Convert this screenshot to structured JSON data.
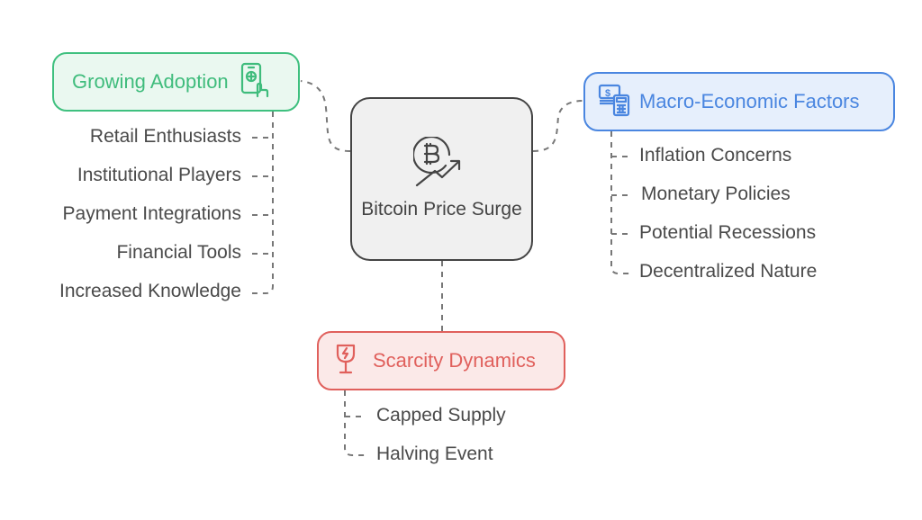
{
  "diagram": {
    "central": {
      "title": "Bitcoin Price Surge",
      "icon": "bitcoin-growth-icon"
    },
    "branches": [
      {
        "id": "growing-adoption",
        "title": "Growing Adoption",
        "icon": "smartphone-touch-icon",
        "color": "#3fc07f",
        "items": [
          "Retail Enthusiasts",
          "Institutional Players",
          "Payment Integrations",
          "Financial Tools",
          "Increased Knowledge"
        ]
      },
      {
        "id": "macro-economic-factors",
        "title": "Macro-Economic Factors",
        "icon": "money-calculator-icon",
        "color": "#4a86e0",
        "items": [
          "Inflation Concerns",
          "Monetary Policies",
          "Potential Recessions",
          "Decentralized Nature"
        ]
      },
      {
        "id": "scarcity-dynamics",
        "title": "Scarcity Dynamics",
        "icon": "broken-glass-icon",
        "color": "#e0605c",
        "items": [
          "Capped Supply",
          "Halving Event"
        ]
      }
    ]
  }
}
